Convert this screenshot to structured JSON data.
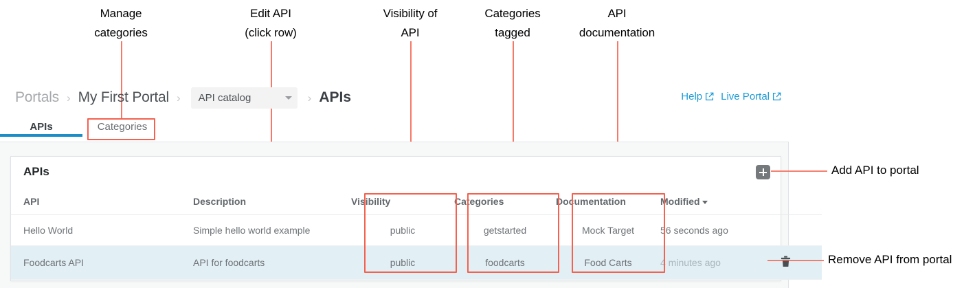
{
  "annotations": {
    "top": [
      {
        "text": "Manage\ncategories",
        "name": "annotation-manage-categories"
      },
      {
        "text": "Edit API\n(click row)",
        "name": "annotation-edit-api"
      },
      {
        "text": "Visibility of\nAPI",
        "name": "annotation-visibility"
      },
      {
        "text": "Categories\ntagged",
        "name": "annotation-categories-tagged"
      },
      {
        "text": "API\ndocumentation",
        "name": "annotation-api-documentation"
      }
    ],
    "right": [
      {
        "text": "Add API to portal",
        "name": "annotation-add-api"
      },
      {
        "text": "Remove API from portal",
        "name": "annotation-remove-api"
      }
    ],
    "accent_color": "#f4614e"
  },
  "breadcrumb": {
    "portals": "Portals",
    "portal_name": "My First Portal",
    "catalog_select": "API catalog",
    "current": "APIs",
    "separator": "›"
  },
  "head_links": {
    "help": "Help",
    "live_portal": "Live Portal",
    "color": "#1b9bd8"
  },
  "tabs": {
    "apis": "APIs",
    "categories": "Categories",
    "active_color": "#1b8ec7"
  },
  "card": {
    "title": "APIs",
    "add_button_label": "+"
  },
  "table": {
    "headers": {
      "api": "API",
      "description": "Description",
      "visibility": "Visibility",
      "categories": "Categories",
      "documentation": "Documentation",
      "modified": "Modified"
    },
    "rows": [
      {
        "api": "Hello World",
        "description": "Simple hello world example",
        "visibility": "public",
        "categories": "getstarted",
        "documentation": "Mock Target",
        "modified": "56 seconds ago",
        "hovered": false
      },
      {
        "api": "Foodcarts API",
        "description": "API for foodcarts",
        "visibility": "public",
        "categories": "foodcarts",
        "documentation": "Food Carts",
        "modified": "4 minutes ago",
        "hovered": true
      }
    ]
  }
}
